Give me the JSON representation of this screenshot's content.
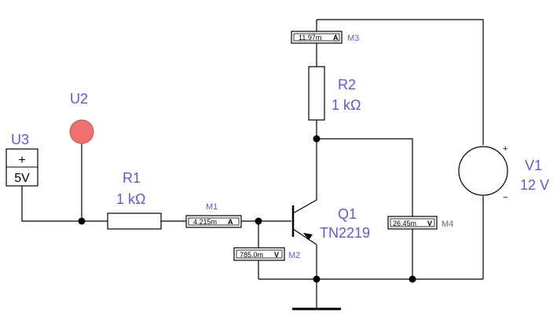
{
  "components": {
    "u3": {
      "name": "U3",
      "value": "5V"
    },
    "u2": {
      "name": "U2",
      "color": "#f07070"
    },
    "r1": {
      "name": "R1",
      "value": "1 kΩ"
    },
    "r2": {
      "name": "R2",
      "value": "1 kΩ"
    },
    "q1": {
      "name": "Q1",
      "model": "TN2219"
    },
    "v1": {
      "name": "V1",
      "value": "12 V"
    }
  },
  "meters": {
    "m1": {
      "name": "M1",
      "reading": "4.215m",
      "unit": "A"
    },
    "m2": {
      "name": "M2",
      "reading": "785.0m",
      "unit": "V"
    },
    "m3": {
      "name": "M3",
      "reading": "11.97m",
      "unit": "A"
    },
    "m4": {
      "name": "M4",
      "reading": "26.45m",
      "unit": "V"
    }
  },
  "symbols": {
    "plus": "+",
    "minus": "−"
  },
  "colors": {
    "label": "#5b5bd6",
    "wire": "#000000",
    "indicator": "#f07070"
  }
}
